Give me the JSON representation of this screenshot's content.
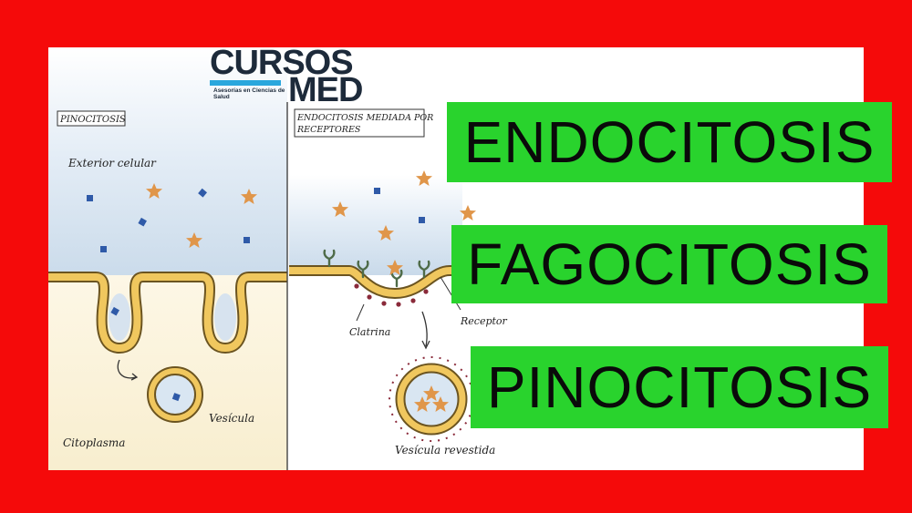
{
  "logo": {
    "line1": "CURSOS",
    "line2": "MED",
    "tagline": "Asesorías en Ciencias de Salud"
  },
  "left_panel": {
    "title": "PINOCITOSIS",
    "exterior_label": "Exterior celular",
    "cytoplasm_label": "Citoplasma",
    "vesicle_label": "Vesícula"
  },
  "right_panel": {
    "title_line1": "ENDOCITOSIS MEDIADA POR",
    "title_line2": "RECEPTORES",
    "clathrin_label": "Clatrina",
    "receptor_label": "Receptor",
    "coated_vesicle_label": "Vesícula revestida"
  },
  "banners": [
    "ENDOCITOSIS",
    "FAGOCITOSIS",
    "PINOCITOSIS"
  ],
  "colors": {
    "background": "#f50a0a",
    "banner": "#29d32d",
    "membrane": "#f0c75e",
    "membrane_edge": "#6b5420",
    "star": "#e0964a",
    "square": "#2f5aa8",
    "exterior": "#d9e6f2",
    "cytoplasm": "#fbf3dc"
  }
}
